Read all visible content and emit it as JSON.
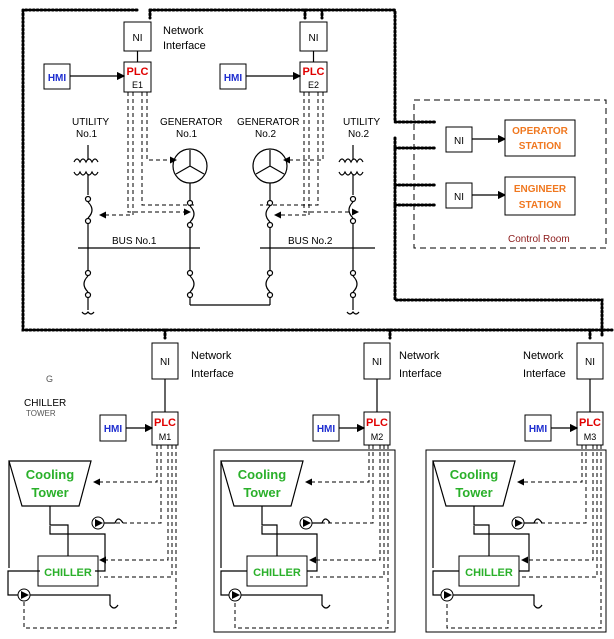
{
  "labels": {
    "ni": "NI",
    "plc": "PLC",
    "hmi": "HMI",
    "network": "Network",
    "interface": "Interface",
    "utility": "UTILITY",
    "utility1_no": "No.1",
    "utility2_no": "No.2",
    "generator": "GENERATOR",
    "gen1_no": "No.1",
    "gen2_no": "No.2",
    "bus1": "BUS  No.1",
    "bus2": "BUS  No.2",
    "operator_l1": "OPERATOR",
    "operator_l2": "STATION",
    "engineer_l1": "ENGINEER",
    "engineer_l2": "STATION",
    "control_room": "Control Room",
    "cooling_l1": "Cooling",
    "cooling_l2": "Tower",
    "chiller": "CHILLER",
    "legend_l1": "CHILLER",
    "legend_l2": "TOWER"
  },
  "plc_ids": {
    "e1": "E1",
    "e2": "E2",
    "m1": "M1",
    "m2": "M2",
    "m3": "M3"
  },
  "colors": {
    "plc": "#e00000",
    "hmi": "#1f2fd0",
    "station": "#f07820",
    "green": "#2ab02a",
    "control_room": "#8b1a1a"
  }
}
